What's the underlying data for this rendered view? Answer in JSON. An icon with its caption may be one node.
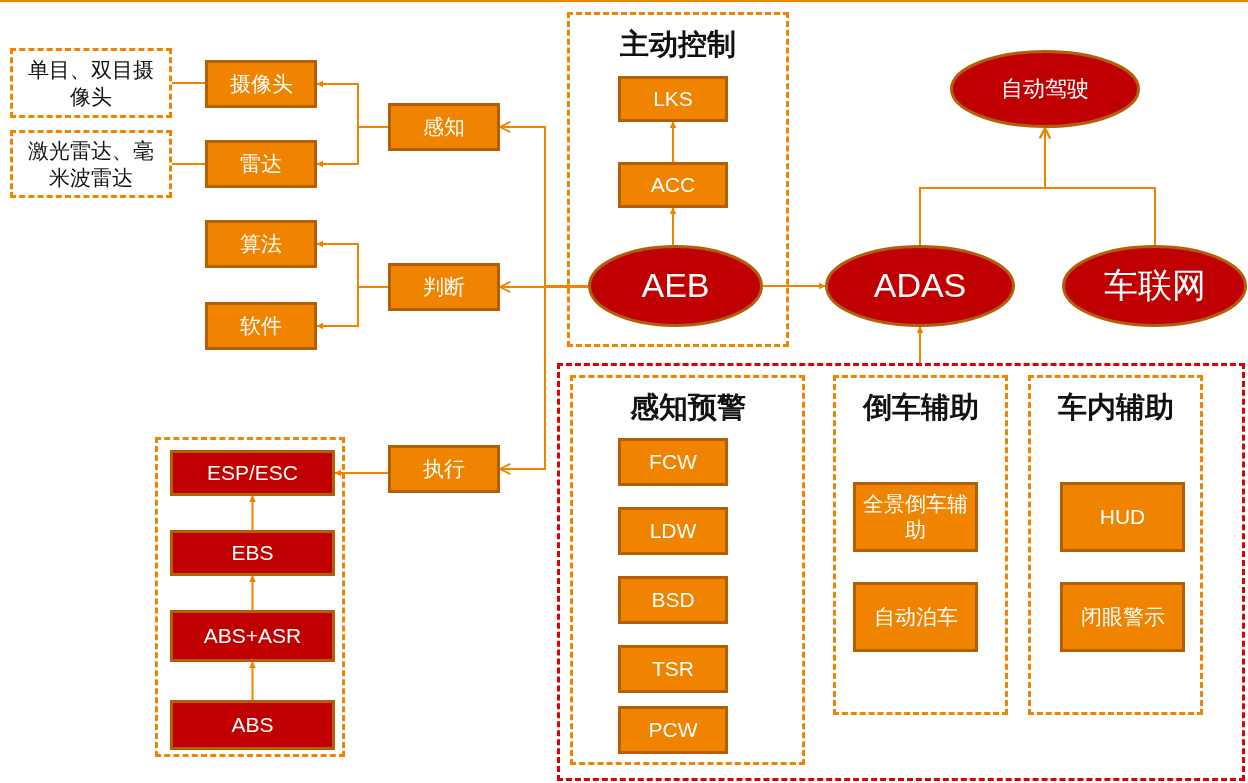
{
  "diagram": {
    "nodes": [
      {
        "text": [
          "单目、双目摄像头"
        ]
      },
      {
        "text": [
          "摄像头"
        ]
      },
      {
        "text": [
          "激光雷达、毫米波雷达"
        ]
      },
      {
        "text": [
          "雷达"
        ]
      },
      {
        "text": [
          "感知"
        ]
      },
      {
        "text": [
          "算法"
        ]
      },
      {
        "text": [
          "判断"
        ]
      },
      {
        "text": [
          "软件"
        ]
      },
      {
        "text": [
          "主动控制"
        ]
      },
      {
        "text": [
          "LKS"
        ],
        "in": 8
      },
      {
        "text": [
          "ACC"
        ],
        "in": 8
      },
      {
        "text": [
          "AEB"
        ],
        "in": 8
      },
      {
        "text": [
          "自动驾驶"
        ]
      },
      {
        "text": [
          "ADAS"
        ]
      },
      {
        "text": [
          "车联网"
        ]
      },
      {
        "text": [
          "执行"
        ]
      },
      {
        "text": [],
        "shape": "box"
      },
      {
        "text": [
          "ESP/ESC"
        ],
        "in": 16
      },
      {
        "text": [
          "EBS"
        ],
        "in": 16
      },
      {
        "text": [
          "ABS+ASR"
        ],
        "in": 16
      },
      {
        "text": [
          "ABS"
        ],
        "in": 16
      },
      {
        "text": [],
        "shape": "box"
      },
      {
        "text": [
          "感知预警"
        ],
        "in": 21
      },
      {
        "text": [
          "FCW"
        ],
        "in": 22
      },
      {
        "text": [
          "LDW"
        ],
        "in": 22
      },
      {
        "text": [
          "BSD"
        ],
        "in": 22
      },
      {
        "text": [
          "TSR"
        ],
        "in": 22
      },
      {
        "text": [
          "PCW"
        ],
        "in": 22
      },
      {
        "text": [
          "倒车辅助"
        ],
        "in": 21
      },
      {
        "text": [
          "全景倒车辅助"
        ],
        "in": 28
      },
      {
        "text": [
          "自动泊车"
        ],
        "in": 28
      },
      {
        "text": [
          "车内辅助"
        ],
        "in": 21
      },
      {
        "text": [
          "HUD"
        ],
        "in": 31
      },
      {
        "text": [
          "闭眼警示"
        ],
        "in": 31
      }
    ],
    "edges": [
      {
        "from": 1,
        "to": 0,
        "arrow": "none"
      },
      {
        "from": 3,
        "to": 2,
        "arrow": "none"
      },
      {
        "from": 4,
        "to": 1,
        "arrow": "to"
      },
      {
        "from": 4,
        "to": 3,
        "arrow": "to"
      },
      {
        "from": 6,
        "to": 5,
        "arrow": "to"
      },
      {
        "from": 6,
        "to": 7,
        "arrow": "to"
      },
      {
        "from": 11,
        "to": 4,
        "arrow": "to"
      },
      {
        "from": 11,
        "to": 6,
        "arrow": "to"
      },
      {
        "from": 11,
        "to": 15,
        "arrow": "to"
      },
      {
        "from": 10,
        "to": 9,
        "arrow": "to"
      },
      {
        "from": 11,
        "to": 10,
        "arrow": "to"
      },
      {
        "from": 11,
        "to": 13,
        "arrow": "to"
      },
      {
        "from": 13,
        "to": 12,
        "arrow": "to"
      },
      {
        "from": 14,
        "to": 12,
        "arrow": "to"
      },
      {
        "from": 21,
        "to": 13,
        "arrow": "to"
      },
      {
        "from": 15,
        "to": 17,
        "arrow": "to"
      },
      {
        "from": 18,
        "to": 17,
        "arrow": "to"
      },
      {
        "from": 19,
        "to": 18,
        "arrow": "to"
      },
      {
        "from": 20,
        "to": 19,
        "arrow": "to"
      }
    ]
  }
}
